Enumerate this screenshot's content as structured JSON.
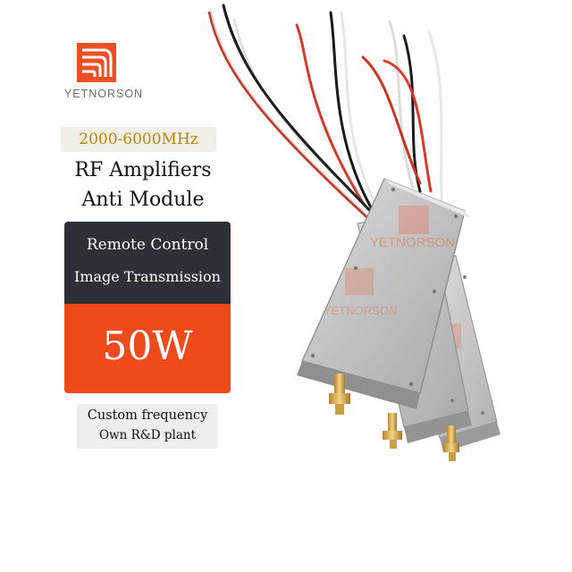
{
  "brand": {
    "name": "YETNORSON",
    "logo_color": "#f04e23",
    "logo_icon": "yetnorson-logo-icon"
  },
  "frequency_badge": {
    "text": "2000-6000MHz",
    "color": "#b8860b"
  },
  "headline": {
    "line1": "RF Amplifiers",
    "line2": "Anti Module"
  },
  "features": {
    "line1": "Remote Control",
    "line2": "Image Transmission",
    "bg": "#2e3038"
  },
  "power": {
    "value": "50W",
    "bg": "#ee4a1c"
  },
  "notes": {
    "line1": "Custom frequency",
    "line2": "Own R&D plant"
  },
  "product": {
    "watermark": "YETNORSON",
    "description_icon": "rf-amplifier-module-icon"
  }
}
